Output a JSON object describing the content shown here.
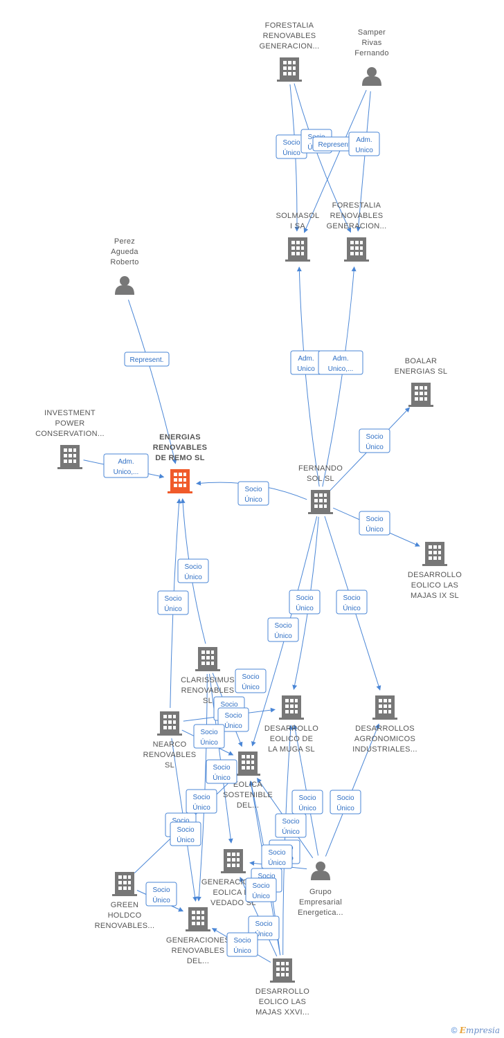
{
  "colors": {
    "edge": "#4a86d6",
    "company": "#777777",
    "focus": "#f05a2a",
    "person": "#777777",
    "label": "#555555"
  },
  "nodes": [
    {
      "id": "forestalia_a",
      "type": "company",
      "lines": [
        "FORESTALIA",
        "RENOVABLES",
        "GENERACION..."
      ],
      "label_position": "above"
    },
    {
      "id": "samper",
      "type": "person",
      "lines": [
        "Samper",
        "Rivas",
        "Fernando"
      ],
      "label_position": "above"
    },
    {
      "id": "solmasol",
      "type": "company",
      "lines": [
        "SOLMASOL",
        "I SA"
      ],
      "label_position": "above"
    },
    {
      "id": "forestalia_b",
      "type": "company",
      "lines": [
        "FORESTALIA",
        "RENOVABLES",
        "GENERACION..."
      ],
      "label_position": "above"
    },
    {
      "id": "perez",
      "type": "person",
      "lines": [
        "Perez",
        "Agueda",
        "Roberto"
      ],
      "label_position": "above"
    },
    {
      "id": "boalar",
      "type": "company",
      "lines": [
        "BOALAR",
        "ENERGIAS  SL"
      ],
      "label_position": "above"
    },
    {
      "id": "investment",
      "type": "company",
      "lines": [
        "INVESTMENT",
        "POWER",
        "CONSERVATION..."
      ],
      "label_position": "above"
    },
    {
      "id": "remo",
      "type": "focus",
      "lines": [
        "ENERGIAS",
        "RENOVABLES",
        "DE REMO  SL"
      ],
      "label_position": "above"
    },
    {
      "id": "fernando_sol",
      "type": "company",
      "lines": [
        "FERNANDO",
        "SOL SL"
      ],
      "label_position": "above"
    },
    {
      "id": "majas_ix",
      "type": "company",
      "lines": [
        "DESARROLLO",
        "EOLICO LAS",
        "MAJAS IX  SL"
      ],
      "label_position": "below"
    },
    {
      "id": "clarissimus",
      "type": "company",
      "lines": [
        "CLARISSIMUS",
        "RENOVABLES",
        "SL"
      ],
      "label_position": "below"
    },
    {
      "id": "muga",
      "type": "company",
      "lines": [
        "DESARROLLO",
        "EOLICO DE",
        "LA MUGA SL"
      ],
      "label_position": "below"
    },
    {
      "id": "agronomicos",
      "type": "company",
      "lines": [
        "DESARROLLOS",
        "AGRONOMICOS",
        "INDUSTRIALES..."
      ],
      "label_position": "below"
    },
    {
      "id": "nearco",
      "type": "company",
      "lines": [
        "NEARCO",
        "RENOVABLES",
        "SL"
      ],
      "label_position": "below"
    },
    {
      "id": "eolica_sostenible",
      "type": "company",
      "lines": [
        "EOLICA",
        "SOSTENIBLE",
        "DEL..."
      ],
      "label_position": "below"
    },
    {
      "id": "generaciones_vedado",
      "type": "company",
      "lines": [
        "GENERACIONES",
        "EOLICA EL",
        "VEDADO SL"
      ],
      "label_position": "below"
    },
    {
      "id": "grupo",
      "type": "person",
      "lines": [
        "Grupo",
        "Empresarial",
        "Energetica..."
      ],
      "label_position": "below"
    },
    {
      "id": "green",
      "type": "company",
      "lines": [
        "GREEN",
        "HOLDCO",
        "RENOVABLES..."
      ],
      "label_position": "below"
    },
    {
      "id": "gen_renovables",
      "type": "company",
      "lines": [
        "GENERACIONES",
        "RENOVABLES",
        "DEL..."
      ],
      "label_position": "below"
    },
    {
      "id": "majas_xxvi",
      "type": "company",
      "lines": [
        "DESARROLLO",
        "EOLICO LAS",
        "MAJAS XXVI..."
      ],
      "label_position": "below"
    }
  ],
  "edges": [
    {
      "label": [
        "Socio",
        "Único"
      ]
    },
    {
      "label": [
        "Socio",
        "Único"
      ]
    },
    {
      "label": [
        "Represent."
      ]
    },
    {
      "label": [
        "Adm.",
        "Unico"
      ]
    },
    {
      "label": [
        "Represent."
      ]
    },
    {
      "label": [
        "Adm.",
        "Unico"
      ]
    },
    {
      "label": [
        "Adm.",
        "Unico,..."
      ]
    },
    {
      "label": [
        "Adm.",
        "Unico,..."
      ]
    },
    {
      "label": [
        "Socio",
        "Único"
      ]
    },
    {
      "label": [
        "Socio",
        "Único"
      ]
    },
    {
      "label": [
        "Socio",
        "Único"
      ]
    },
    {
      "label": [
        "Socio",
        "Único"
      ]
    },
    {
      "label": [
        "Socio",
        "Único"
      ]
    },
    {
      "label": [
        "Socio",
        "Único"
      ]
    },
    {
      "label": [
        "Socio",
        "Único"
      ]
    },
    {
      "label": [
        "Socio",
        "Único"
      ]
    },
    {
      "label": [
        "Socio",
        "Único"
      ]
    },
    {
      "label": [
        "Socio",
        "Único"
      ]
    },
    {
      "label": [
        "Socio",
        "Único"
      ]
    },
    {
      "label": [
        "Socio",
        "Único"
      ]
    },
    {
      "label": [
        "Socio",
        "Único"
      ]
    },
    {
      "label": [
        "Socio",
        "Único"
      ]
    },
    {
      "label": [
        "Socio",
        "Único"
      ]
    },
    {
      "label": [
        "Socio",
        "Único"
      ]
    },
    {
      "label": [
        "Socio",
        "Único"
      ]
    },
    {
      "label": [
        "Socio",
        "Único"
      ]
    },
    {
      "label": [
        "Socio",
        "Único"
      ]
    },
    {
      "label": [
        "Socio",
        "Único"
      ]
    },
    {
      "label": [
        "Socio",
        "Único"
      ]
    },
    {
      "label": [
        "Socio",
        "Único"
      ]
    },
    {
      "label": [
        "Socio",
        "Único"
      ]
    },
    {
      "label": [
        "Socio",
        "Único"
      ]
    },
    {
      "label": [
        "Socio",
        "Único"
      ]
    },
    {
      "label": [
        "Socio",
        "Único"
      ]
    }
  ],
  "footer": {
    "copyright": "©",
    "brand_initial": "E",
    "brand_rest": "mpresia"
  }
}
